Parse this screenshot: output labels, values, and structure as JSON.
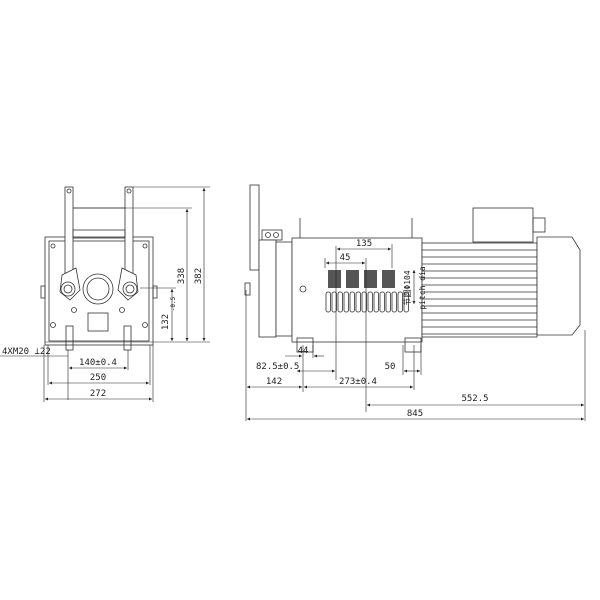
{
  "front_view": {
    "dimensions": {
      "height_total": "382",
      "height_body": "338",
      "shaft_height": "132",
      "shaft_tolerance": "-0.5",
      "mount_holes": "4XM20 ⊥22",
      "hole_spacing": "140±0.4",
      "width_inner": "250",
      "width_total": "272"
    }
  },
  "side_view": {
    "dimensions": {
      "groove_span": "135",
      "groove_pitch": "45",
      "pitch_dia_cn": "节圆Φ104",
      "pitch_dia_en": "pitch dia",
      "foot_width": "44",
      "first_groove": "82.5±0.5",
      "foot_edge": "50",
      "front_offset": "142",
      "foot_spacing": "273±0.4",
      "rear_length": "552.5",
      "total_length": "845"
    }
  }
}
